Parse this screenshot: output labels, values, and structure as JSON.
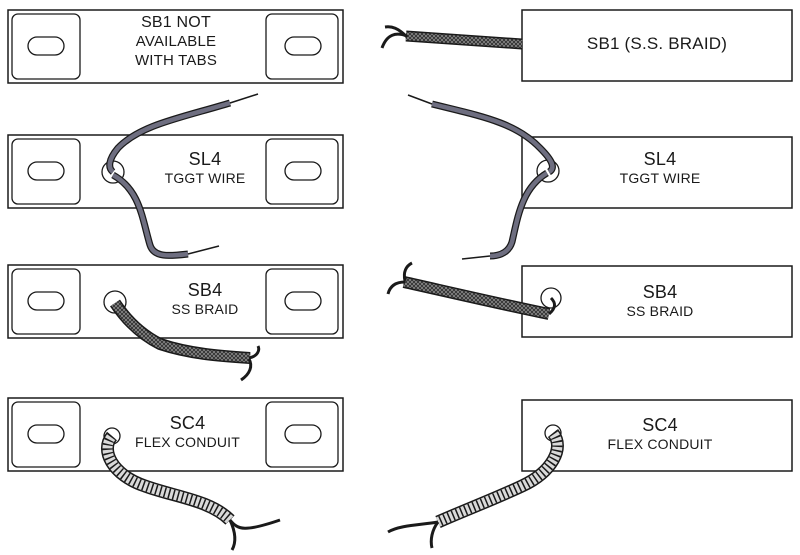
{
  "colors": {
    "ink": "#1a1a1a",
    "wire_braid": "#555555",
    "wire_tggt": "#6e6e80",
    "conduit_fill": "#d9d9d9"
  },
  "switches": [
    {
      "id": "sb1-tabs",
      "lines": [
        "SB1 NOT",
        "AVAILABLE",
        "WITH TABS"
      ]
    },
    {
      "id": "sb1",
      "lines": [
        "SB1  (S.S. BRAID)"
      ]
    },
    {
      "id": "sl4-tabs",
      "lines": [
        "SL4",
        "TGGT WIRE"
      ]
    },
    {
      "id": "sl4",
      "lines": [
        "SL4",
        "TGGT WIRE"
      ]
    },
    {
      "id": "sb4-tabs",
      "lines": [
        "SB4",
        "SS BRAID"
      ]
    },
    {
      "id": "sb4",
      "lines": [
        "SB4",
        "SS BRAID"
      ]
    },
    {
      "id": "sc4-tabs",
      "lines": [
        "SC4",
        "FLEX CONDUIT"
      ]
    },
    {
      "id": "sc4",
      "lines": [
        "SC4",
        "FLEX CONDUIT"
      ]
    }
  ]
}
